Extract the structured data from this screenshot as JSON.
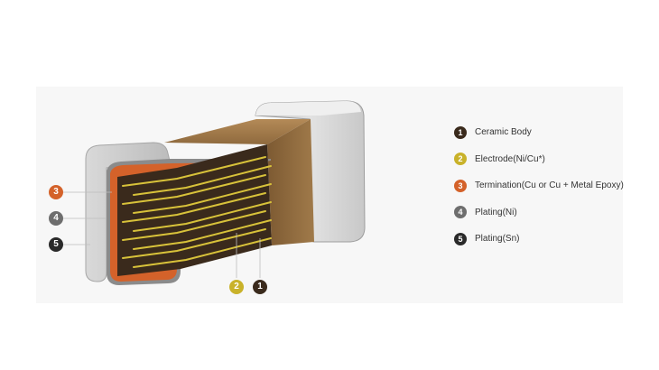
{
  "colors": {
    "ceramic": "#3a2a1c",
    "electrode": "#c9b22a",
    "termination": "#d4622a",
    "plating_ni": "#6e6e6e",
    "plating_sn": "#2a2a2a"
  },
  "legend": [
    {
      "number": "1",
      "label": "Ceramic Body",
      "color": "#3a2a1c"
    },
    {
      "number": "2",
      "label": "Electrode(Ni/Cu*)",
      "color": "#c9b22a"
    },
    {
      "number": "3",
      "label": "Termination(Cu or Cu + Metal Epoxy)",
      "color": "#d4622a"
    },
    {
      "number": "4",
      "label": "Plating(Ni)",
      "color": "#6e6e6e"
    },
    {
      "number": "5",
      "label": "Plating(Sn)",
      "color": "#2a2a2a"
    }
  ],
  "callouts": {
    "left": [
      "3",
      "4",
      "5"
    ],
    "bottom": [
      "2",
      "1"
    ]
  }
}
